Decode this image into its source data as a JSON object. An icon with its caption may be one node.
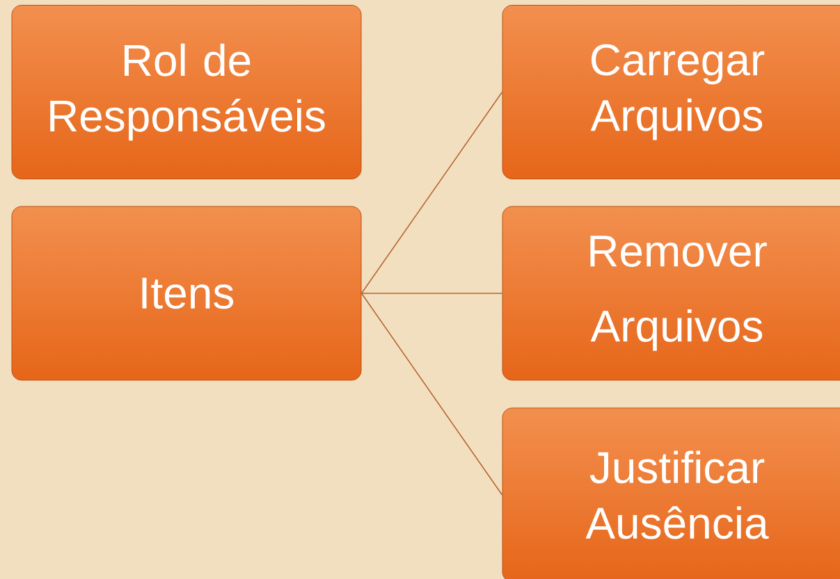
{
  "diagram": {
    "nodes": [
      {
        "text": [
          "Rol de Responsáveis"
        ]
      },
      {
        "text": [
          "Itens"
        ]
      },
      {
        "text": [
          "Carregar Arquivos"
        ]
      },
      {
        "text": [
          "Remover Arquivos"
        ]
      },
      {
        "text": [
          "Justificar Ausência"
        ]
      }
    ],
    "edges": [
      {
        "from": 1,
        "to": 2,
        "arrow": "none"
      },
      {
        "from": 1,
        "to": 3,
        "arrow": "none"
      },
      {
        "from": 1,
        "to": 4,
        "arrow": "none"
      }
    ]
  }
}
